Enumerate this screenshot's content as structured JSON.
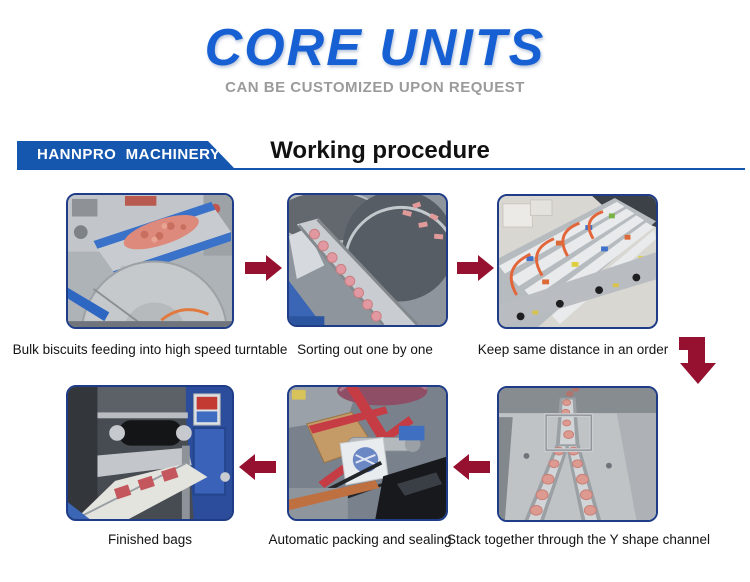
{
  "header": {
    "title": "CORE UNITS",
    "subtitle": "CAN BE CUSTOMIZED UPON REQUEST"
  },
  "section": {
    "brand": "HANNPRO  MACHINERY",
    "heading": "Working procedure"
  },
  "steps": [
    {
      "id": 1,
      "caption": "Bulk biscuits feeding into high speed turntable",
      "illustration": "biscuits-feeding-turntable-photo"
    },
    {
      "id": 2,
      "caption": "Sorting out one by one",
      "illustration": "turntable-sorting-photo"
    },
    {
      "id": 3,
      "caption": "Keep same distance in an order",
      "illustration": "spacing-conveyor-photo"
    },
    {
      "id": 4,
      "caption": "Stack together through the Y shape channel",
      "illustration": "y-shape-channel-photo"
    },
    {
      "id": 5,
      "caption": "Automatic packing and sealing",
      "illustration": "packing-sealing-photo"
    },
    {
      "id": 6,
      "caption": "Finished bags",
      "illustration": "finished-bags-photo"
    }
  ],
  "flow_icons": {
    "between_top_photos": "arrow-right-icon",
    "row_transition": "arrow-elbow-down-icon",
    "between_bottom_photos": "arrow-left-icon"
  },
  "colors": {
    "title_blue": "#1760d3",
    "banner_blue": "#1557ae",
    "subtitle_gray": "#9b9b9b",
    "arrow_maroon": "#96102f",
    "photo_border_navy": "#1e3c87",
    "heading_black": "#111111"
  }
}
